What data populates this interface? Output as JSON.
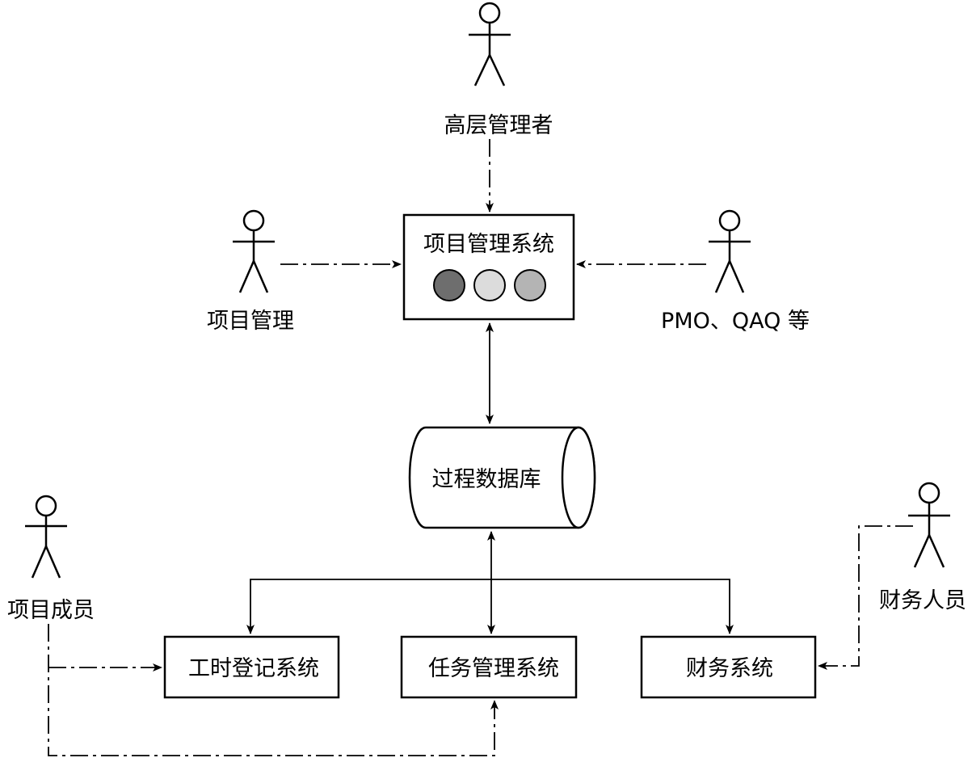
{
  "colors": {
    "line": "#000000",
    "background": "#ffffff",
    "indicator_dark": "#6e6e6e",
    "indicator_light": "#dcdcdc",
    "indicator_mid": "#b4b4b4"
  },
  "actors": {
    "senior_management": "高层管理者",
    "project_management": "项目管理",
    "pmo_qa": "PMO、QAQ 等",
    "project_member": "项目成员",
    "finance_staff": "财务人员"
  },
  "systems": {
    "project_management_system": "项目管理系统",
    "process_database": "过程数据库",
    "timesheet_system": "工时登记系统",
    "task_management_system": "任务管理系统",
    "finance_system": "财务系统"
  },
  "indicators": [
    {
      "name": "indicator-dark",
      "color": "#6e6e6e"
    },
    {
      "name": "indicator-light",
      "color": "#dcdcdc"
    },
    {
      "name": "indicator-mid",
      "color": "#b4b4b4"
    }
  ]
}
